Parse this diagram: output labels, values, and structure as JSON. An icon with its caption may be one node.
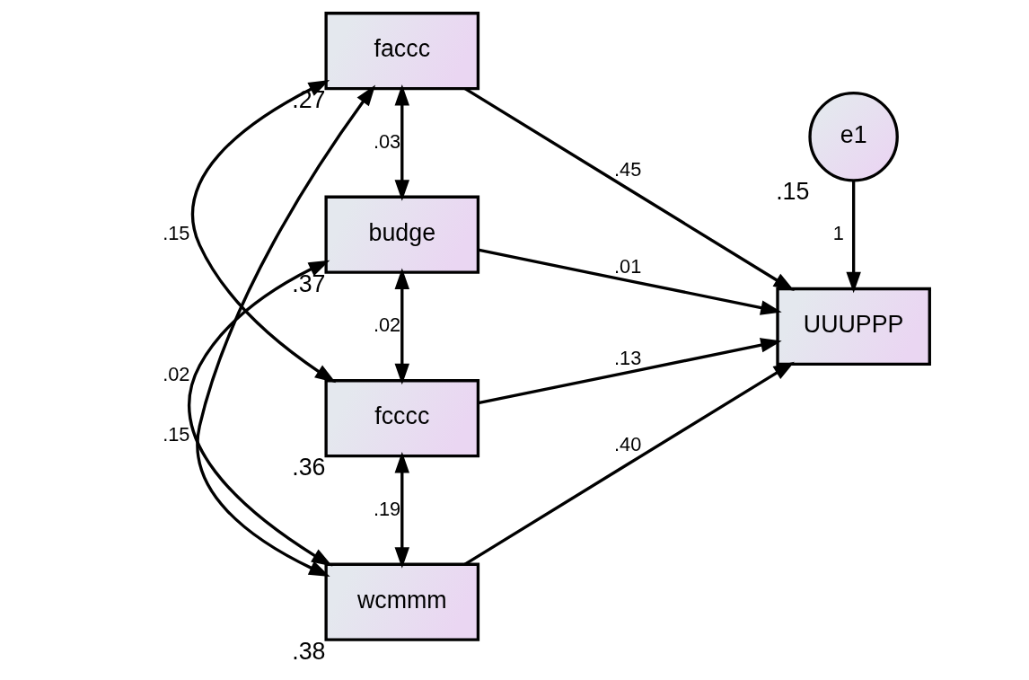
{
  "diagram": {
    "nodes": [
      {
        "text": [
          "faccc"
        ],
        "beside": [
          ".27"
        ]
      },
      {
        "text": [
          "budge"
        ],
        "beside": [
          ".37"
        ]
      },
      {
        "text": [
          "fcccc"
        ],
        "beside": [
          ".36"
        ]
      },
      {
        "text": [
          "wcmmm"
        ],
        "beside": [
          ".38"
        ]
      },
      {
        "text": [
          "UUUPPP"
        ]
      },
      {
        "text": [
          "e1"
        ],
        "beside": [
          ".15"
        ]
      }
    ],
    "edges": [
      {
        "from": 0,
        "to": 4,
        "arrow": "to",
        "label": ".45"
      },
      {
        "from": 1,
        "to": 4,
        "arrow": "to",
        "label": ".01"
      },
      {
        "from": 2,
        "to": 4,
        "arrow": "to",
        "label": ".13"
      },
      {
        "from": 3,
        "to": 4,
        "arrow": "to",
        "label": ".40"
      },
      {
        "from": 5,
        "to": 4,
        "arrow": "to",
        "label": "1"
      },
      {
        "from": 0,
        "to": 1,
        "arrow": "both",
        "label": ".03"
      },
      {
        "from": 0,
        "to": 2,
        "arrow": "both",
        "label": ".15"
      },
      {
        "from": 0,
        "to": 3,
        "arrow": "both",
        "label": ".15"
      },
      {
        "from": 1,
        "to": 2,
        "arrow": "both",
        "label": ".02"
      },
      {
        "from": 1,
        "to": 3,
        "arrow": "both",
        "label": ".02"
      },
      {
        "from": 2,
        "to": 3,
        "arrow": "both",
        "label": ".19"
      }
    ]
  }
}
